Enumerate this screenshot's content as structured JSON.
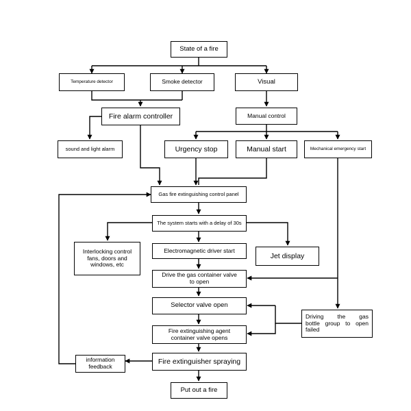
{
  "diagram": {
    "nodes": {
      "state_of_fire": "State of a fire",
      "temperature_detector": "Temperature detector",
      "smoke_detector": "Smoke detector",
      "visual": "Visual",
      "fire_alarm_controller": "Fire alarm controller",
      "manual_control": "Manual control",
      "sound_light_alarm": "sound and light alarm",
      "urgency_stop": "Urgency stop",
      "manual_start": "Manual start",
      "mechanical_emergency_start": "Mechanical emergency start",
      "gas_control_panel": "Gas fire extinguishing control panel",
      "system_starts_delay": "The system starts with a delay of 30s",
      "interlocking_control": [
        "Interlocking control",
        "fans, doors and",
        "windows, etc"
      ],
      "electromagnetic_driver": "Electromagnetic driver start",
      "jet_display": "Jet display",
      "drive_gas_container": [
        "Drive the gas container valve",
        "to open"
      ],
      "selector_valve": "Selector valve open",
      "fire_agent_container": [
        "Fire extinguishing agent",
        "container valve opens"
      ],
      "driving_gas_bottle": [
        "Driving the gas",
        "bottle group to open",
        "failed"
      ],
      "fire_extinguisher_spraying": "Fire extinguisher spraying",
      "information_feedback": [
        "information",
        "feedback"
      ],
      "put_out_fire": "Put out a fire"
    }
  }
}
